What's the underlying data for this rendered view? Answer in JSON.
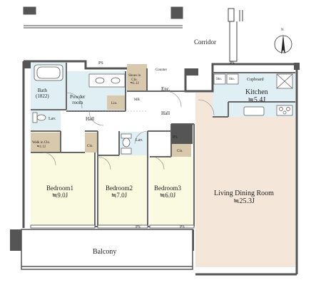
{
  "compass": {
    "north": "N"
  },
  "corridor": "Corridor",
  "balcony": "Balcony",
  "rooms": {
    "living": {
      "name": "Living Dining Room",
      "size": "≒25.3J"
    },
    "kitchen": {
      "name": "Kitchen",
      "size": "≒5.4J"
    },
    "bedroom1": {
      "name": "Bedroom1",
      "size": "≒9.0J"
    },
    "bedroom2": {
      "name": "Bedroom2",
      "size": "≒7.0J"
    },
    "bedroom3": {
      "name": "Bedroom3",
      "size": "≒6.0J"
    },
    "bath": {
      "name": "Bath",
      "size": "(1822)"
    },
    "powder": {
      "name": "Powder",
      "name2": "room"
    },
    "hall_left": "Hall",
    "hall_right": "Hall",
    "entrance": "Enc.",
    "lav_left": "Lav.",
    "lav_right": "Lav.",
    "walkin": {
      "name": "Walk in Clo.",
      "size": "≒1.1J"
    },
    "shoes": {
      "name": "Shoes in",
      "name2": "Clo.",
      "size": "≒1.1J"
    },
    "lin": "Lin.",
    "mb": "MB",
    "counter": "Counter",
    "cupboard": "Cupboard",
    "sto1": "Sto.",
    "sto2": "Sto.",
    "clo_center": "Clo.",
    "clo_right": "Clo."
  },
  "ps_labels": [
    "PS",
    "PS",
    "PS",
    "PS",
    "PS"
  ]
}
